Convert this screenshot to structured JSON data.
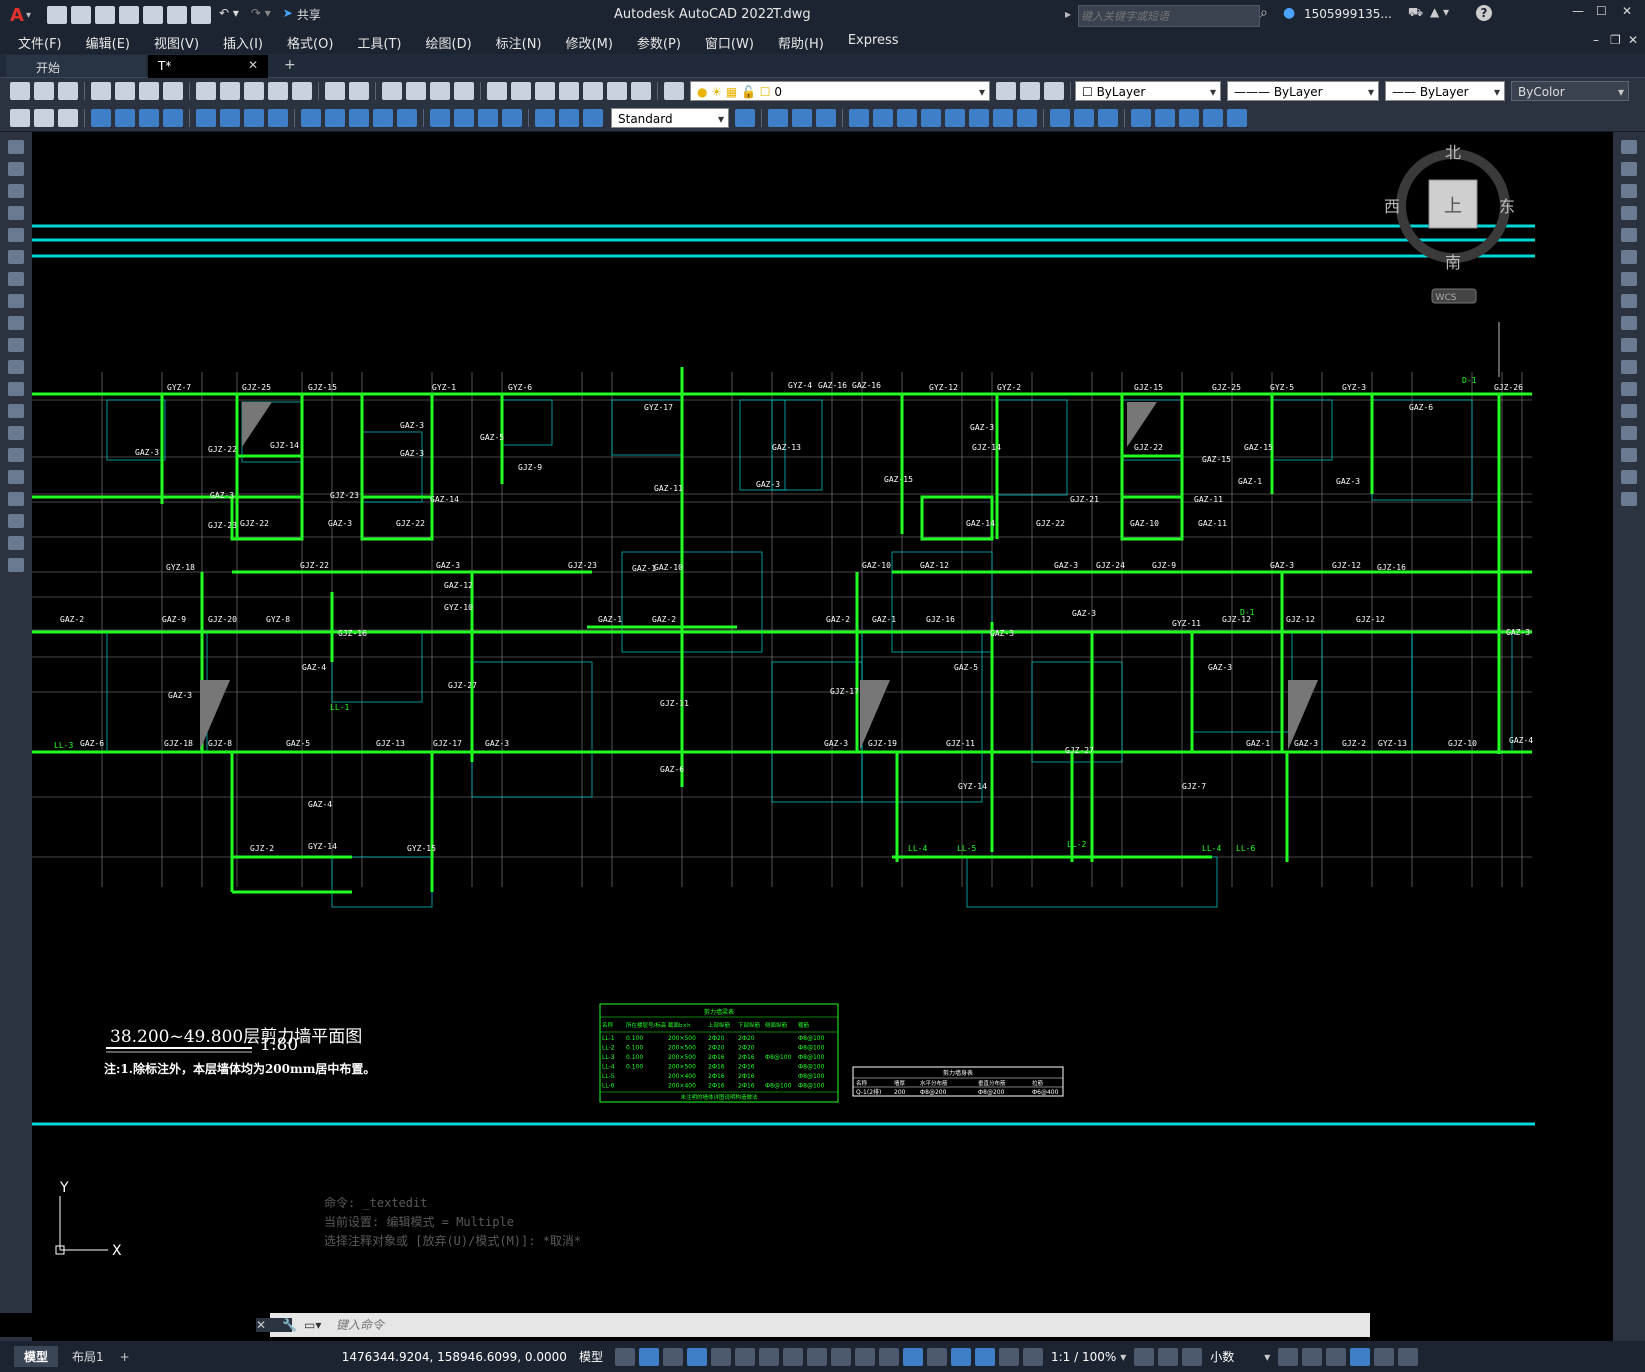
{
  "app": {
    "brand": "A",
    "title": "Autodesk AutoCAD 2022",
    "file": "T.dwg",
    "share_label": "共享",
    "search_placeholder": "键入关键字或短语",
    "user": "1505999135...",
    "help": "?"
  },
  "menu": [
    "文件(F)",
    "编辑(E)",
    "视图(V)",
    "插入(I)",
    "格式(O)",
    "工具(T)",
    "绘图(D)",
    "标注(N)",
    "修改(M)",
    "参数(P)",
    "窗口(W)",
    "帮助(H)",
    "Express"
  ],
  "doc_tabs": [
    "开始",
    "T*"
  ],
  "layer_dropdown": "0",
  "text_style": "Standard",
  "props": {
    "color": "ByLayer",
    "linetype": "ByLayer",
    "lineweight": "ByLayer",
    "plotstyle": "ByColor"
  },
  "viewcube": {
    "north": "北",
    "south": "南",
    "east": "东",
    "west": "西",
    "top": "上",
    "wcs": "WCS"
  },
  "drawing": {
    "title": "38.200~49.800层剪力墙平面图",
    "scale": "1:80",
    "note": "注:1.除标注外，本层墙体均为200mm居中布置。",
    "labels": [
      {
        "t": "GYZ-7"
      },
      {
        "t": "GJZ-25"
      },
      {
        "t": "GJZ-15"
      },
      {
        "t": "GYZ-1"
      },
      {
        "t": "GYZ-6"
      },
      {
        "t": "GYZ-4"
      },
      {
        "t": "GAZ-16"
      },
      {
        "t": "GAZ-16"
      },
      {
        "t": "GYZ-12"
      },
      {
        "t": "GYZ-2"
      },
      {
        "t": "GJZ-15"
      },
      {
        "t": "GJZ-25"
      },
      {
        "t": "GYZ-5"
      },
      {
        "t": "GYZ-3"
      },
      {
        "t": "GJZ-26"
      },
      {
        "t": "GAZ-3"
      },
      {
        "t": "GJZ-22"
      },
      {
        "t": "GJZ-14"
      },
      {
        "t": "GAZ-3"
      },
      {
        "t": "GAZ-5"
      },
      {
        "t": "GYZ-17"
      },
      {
        "t": "GJZ-9"
      },
      {
        "t": "GAZ-11"
      },
      {
        "t": "GAZ-13"
      },
      {
        "t": "GAZ-3"
      },
      {
        "t": "GAZ-15"
      },
      {
        "t": "GAZ-3"
      },
      {
        "t": "GJZ-14"
      },
      {
        "t": "GJZ-22"
      },
      {
        "t": "GAZ-15"
      },
      {
        "t": "GAZ-15"
      },
      {
        "t": "GAZ-1"
      },
      {
        "t": "GAZ-3"
      },
      {
        "t": "GAZ-6"
      },
      {
        "t": "GAZ-3"
      },
      {
        "t": "GAZ-3"
      },
      {
        "t": "GJZ-23"
      },
      {
        "t": "GAZ-14"
      },
      {
        "t": "GJZ-23"
      },
      {
        "t": "GJZ-22"
      },
      {
        "t": "GAZ-3"
      },
      {
        "t": "GJZ-22"
      },
      {
        "t": "GAZ-14"
      },
      {
        "t": "GJZ-22"
      },
      {
        "t": "GJZ-21"
      },
      {
        "t": "GAZ-10"
      },
      {
        "t": "GAZ-11"
      },
      {
        "t": "GAZ-11"
      },
      {
        "t": "GYZ-18"
      },
      {
        "t": "GJZ-22"
      },
      {
        "t": "GAZ-3"
      },
      {
        "t": "GJZ-23"
      },
      {
        "t": "GAZ-12"
      },
      {
        "t": "GAZ-10"
      },
      {
        "t": "GYZ-10"
      },
      {
        "t": "GAZ-10"
      },
      {
        "t": "GAZ-12"
      },
      {
        "t": "GAZ-3"
      },
      {
        "t": "GJZ-24"
      },
      {
        "t": "GJZ-9"
      },
      {
        "t": "GAZ-3"
      },
      {
        "t": "GJZ-12"
      },
      {
        "t": "GJZ-16"
      },
      {
        "t": "GAZ-1"
      },
      {
        "t": "GAZ-2"
      },
      {
        "t": "GAZ-9"
      },
      {
        "t": "GJZ-20"
      },
      {
        "t": "GYZ-8"
      },
      {
        "t": "GJZ-16"
      },
      {
        "t": "GAZ-1"
      },
      {
        "t": "GAZ-2"
      },
      {
        "t": "GAZ-2"
      },
      {
        "t": "GAZ-1"
      },
      {
        "t": "GJZ-16"
      },
      {
        "t": "GAZ-3"
      },
      {
        "t": "GYZ-11"
      },
      {
        "t": "GJZ-12"
      },
      {
        "t": "GJZ-12"
      },
      {
        "t": "GJZ-12"
      },
      {
        "t": "GAZ-3"
      },
      {
        "t": "GAZ-4"
      },
      {
        "t": "GAZ-5"
      },
      {
        "t": "GAZ-3"
      },
      {
        "t": "GAZ-3"
      },
      {
        "t": "GJZ-27"
      },
      {
        "t": "GJZ-11"
      },
      {
        "t": "GJZ-17"
      },
      {
        "t": "GAZ-3"
      },
      {
        "t": "GAZ-6"
      },
      {
        "t": "GJZ-18"
      },
      {
        "t": "GJZ-8"
      },
      {
        "t": "GAZ-5"
      },
      {
        "t": "GJZ-13"
      },
      {
        "t": "GJZ-17"
      },
      {
        "t": "GAZ-3"
      },
      {
        "t": "GAZ-6"
      },
      {
        "t": "GAZ-3"
      },
      {
        "t": "GJZ-19"
      },
      {
        "t": "GJZ-11"
      },
      {
        "t": "GJZ-27"
      },
      {
        "t": "GAZ-1"
      },
      {
        "t": "GAZ-3"
      },
      {
        "t": "GJZ-2"
      },
      {
        "t": "GYZ-13"
      },
      {
        "t": "GJZ-10"
      },
      {
        "t": "GAZ-4"
      },
      {
        "t": "GAZ-4"
      },
      {
        "t": "GJZ-2"
      },
      {
        "t": "GYZ-14"
      },
      {
        "t": "GYZ-15"
      },
      {
        "t": "GYZ-14"
      },
      {
        "t": "GJZ-7"
      },
      {
        "t": "LL-4"
      },
      {
        "t": "LL-5"
      },
      {
        "t": "LL-2"
      },
      {
        "t": "LL-4"
      },
      {
        "t": "LL-6"
      },
      {
        "t": "LL-3"
      },
      {
        "t": "LL-1"
      },
      {
        "t": "D-1"
      },
      {
        "t": "D-1"
      }
    ],
    "table1": {
      "title": "剪力墙梁表",
      "headers": [
        "名称",
        "所在楼层号/标高",
        "截面b×h",
        "上部纵筋",
        "下部纵筋",
        "侧面纵筋",
        "箍筋"
      ],
      "rows": [
        [
          "LL-1",
          "0.100",
          "200×500",
          "2Ф20",
          "2Ф20",
          "",
          "Ф8@100"
        ],
        [
          "LL-2",
          "0.100",
          "200×500",
          "2Ф20",
          "2Ф20",
          "",
          "Ф8@100"
        ],
        [
          "LL-3",
          "0.100",
          "200×500",
          "2Ф16",
          "2Ф16",
          "Ф8@100",
          "Ф8@100"
        ],
        [
          "LL-4",
          "0.100",
          "200×500",
          "2Ф16",
          "2Ф16",
          "",
          "Ф8@100"
        ],
        [
          "LL-5",
          "",
          "200×400",
          "2Ф16",
          "2Ф16",
          "",
          "Ф8@100"
        ],
        [
          "LL-6",
          "",
          "200×400",
          "2Ф16",
          "2Ф16",
          "Ф8@100",
          "Ф8@100"
        ]
      ],
      "footer": "未注明的墙体详图说明构造做法"
    },
    "table2": {
      "title": "剪力墙身表",
      "headers": [
        "名称",
        "墙厚",
        "水平分布筋",
        "垂直分布筋",
        "拉筋"
      ],
      "rows": [
        [
          "Q-1(2排)",
          "200",
          "Ф8@200",
          "Ф8@200",
          "Ф6@400"
        ]
      ]
    },
    "cmd_history": [
      "命令: _textedit",
      "当前设置: 编辑模式 = Multiple",
      "选择注释对象或 [放弃(U)/模式(M)]: *取消*"
    ],
    "ucs": {
      "x": "X",
      "y": "Y"
    }
  },
  "cmd_placeholder": "键入命令",
  "layout_tabs": [
    "模型",
    "布局1"
  ],
  "status": {
    "coords": "1476344.9204, 158946.6099, 0.0000",
    "space": "模型",
    "scale": "1:1 / 100%",
    "units": "小数"
  },
  "colors": {
    "wall": "#22ff22",
    "axis": "#00d8d8",
    "grid": "#8c8c8c",
    "bg": "#000000"
  }
}
